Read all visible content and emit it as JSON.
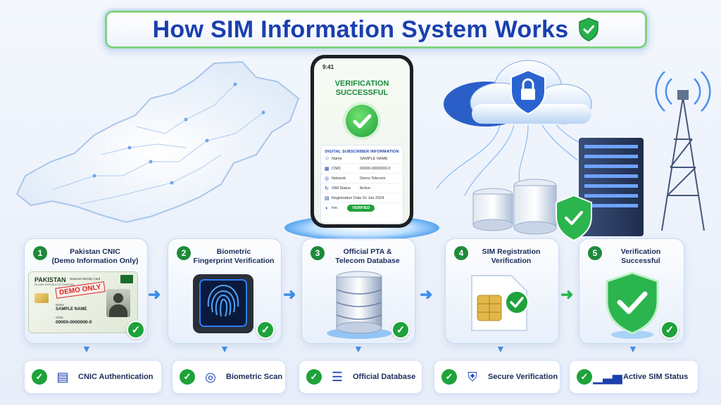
{
  "title": "How SIM Information System Works",
  "phone": {
    "time": "9:41",
    "status_line1": "VERIFICATION",
    "status_line2": "SUCCESSFUL",
    "card_heading": "DIGITAL SUBSCRIBER INFORMATION",
    "rows": [
      {
        "key": "Name",
        "value": "SAMPLE NAME"
      },
      {
        "key": "CNIC",
        "value": "00000-0000000-0"
      },
      {
        "key": "Network",
        "value": "Demo Telecom"
      },
      {
        "key": "SIM Status",
        "value": "Active"
      },
      {
        "key": "Registration Date",
        "value": "01 Jan 2024"
      }
    ],
    "last_key": "Inn.",
    "verified_label": "VERIFIED"
  },
  "id_card": {
    "country": "PAKISTAN",
    "card_label": "National Identity Card",
    "republic": "ISLAMIC REPUBLIC OF PAKISTAN",
    "stamp": "DEMO ONLY",
    "name_label": "Name",
    "name_value": "SAMPLE NAME",
    "cnic_label": "CNIC",
    "cnic_value": "00000-0000000-0"
  },
  "steps": [
    {
      "num": "1",
      "line1": "Pakistan CNIC",
      "line2": "(Demo Information Only)"
    },
    {
      "num": "2",
      "line1": "Biometric",
      "line2": "Fingerprint Verification"
    },
    {
      "num": "3",
      "line1": "Official PTA &",
      "line2": "Telecom Database"
    },
    {
      "num": "4",
      "line1": "SIM Registration",
      "line2": "Verification"
    },
    {
      "num": "5",
      "line1": "Verification",
      "line2": "Successful"
    }
  ],
  "features": [
    {
      "label": "CNIC Authentication",
      "icon": "id-card-icon"
    },
    {
      "label": "Biometric Scan",
      "icon": "fingerprint-icon"
    },
    {
      "label": "Official Database",
      "icon": "database-icon"
    },
    {
      "label": "Secure Verification",
      "icon": "shield-lock-icon"
    },
    {
      "label": "Active SIM Status",
      "icon": "signal-bars-icon"
    }
  ],
  "colors": {
    "accent": "#1a3fae",
    "success": "#1ea23a",
    "flow": "#3d8de8"
  }
}
